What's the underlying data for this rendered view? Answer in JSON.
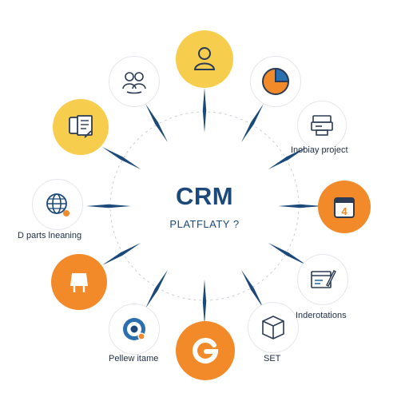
{
  "center": {
    "title": "CRM",
    "subtitle": "PLATFLATY ?"
  },
  "labels": {
    "right_top": "Inobiay project",
    "left_mid": "D parts lneaning",
    "right_low": "Inderotations",
    "bottom_left": "Pellew itame",
    "bottom_right": "SET"
  },
  "nodes": [
    {
      "icon": "person-icon"
    },
    {
      "icon": "pie-chart-icon"
    },
    {
      "icon": "server-icon"
    },
    {
      "icon": "calendar-icon"
    },
    {
      "icon": "browser-edit-icon"
    },
    {
      "icon": "cube-icon"
    },
    {
      "icon": "g-logo-icon"
    },
    {
      "icon": "target-icon"
    },
    {
      "icon": "stand-icon"
    },
    {
      "icon": "globe-icon"
    },
    {
      "icon": "document-icon"
    },
    {
      "icon": "team-icon"
    }
  ],
  "colors": {
    "orange": "#f28a2a",
    "yellow": "#f7cd4d",
    "navy": "#1b4a7a",
    "blue": "#2a6fb0",
    "text": "#1f2d45"
  }
}
